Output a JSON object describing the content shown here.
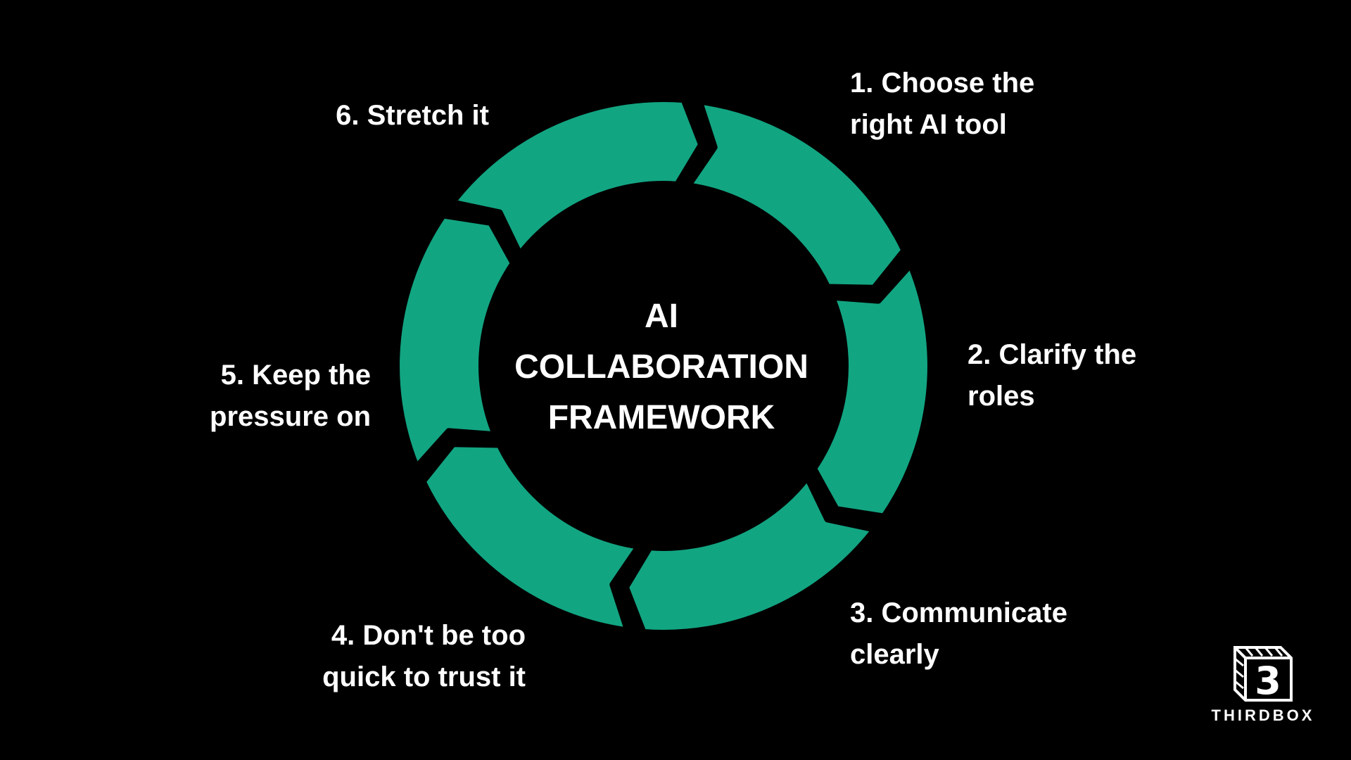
{
  "diagram": {
    "title_lines": [
      "AI",
      "COLLABORATION",
      "FRAMEWORK"
    ],
    "steps": [
      {
        "lines": [
          "1. Choose the",
          "right AI tool"
        ]
      },
      {
        "lines": [
          "2. Clarify the",
          "roles"
        ]
      },
      {
        "lines": [
          "3. Communicate",
          "clearly"
        ]
      },
      {
        "lines": [
          "4. Don't be too",
          "quick to trust it"
        ]
      },
      {
        "lines": [
          "5. Keep the",
          "pressure on"
        ]
      },
      {
        "lines": [
          "6. Stretch it"
        ]
      }
    ],
    "ring_color": "#12a582",
    "background": "#000000"
  },
  "logo": {
    "wordmark": "THIRDBOX",
    "digit": "3"
  }
}
